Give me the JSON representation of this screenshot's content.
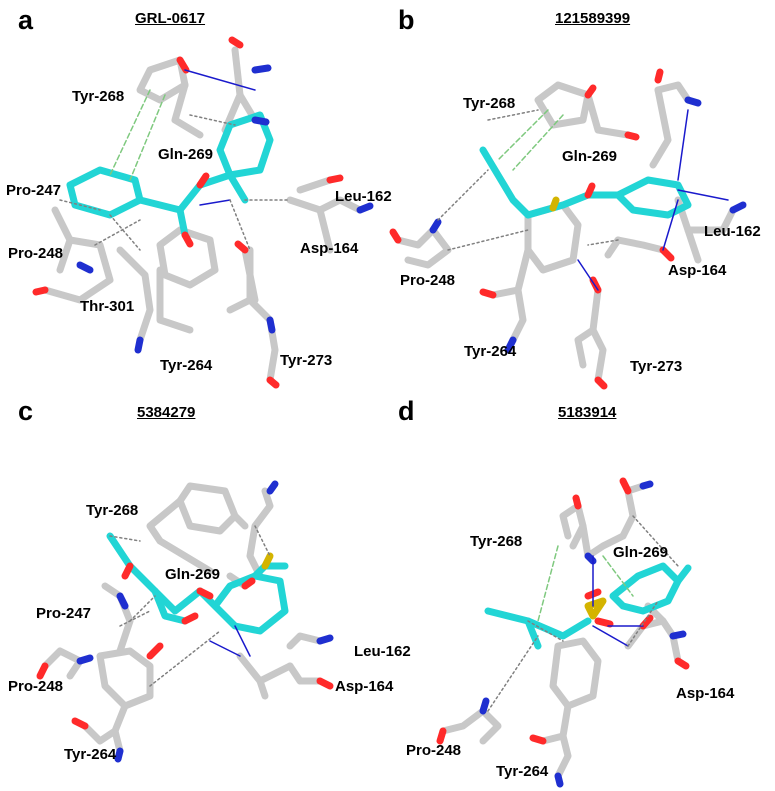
{
  "panels": [
    {
      "letter": "a",
      "title": "GRL-0617",
      "residues": [
        "Tyr-268",
        "Gln-269",
        "Pro-247",
        "Leu-162",
        "Pro-248",
        "Asp-164",
        "Thr-301",
        "Tyr-264",
        "Tyr-273"
      ]
    },
    {
      "letter": "b",
      "title": "121589399",
      "residues": [
        "Tyr-268",
        "Gln-269",
        "Leu-162",
        "Pro-248",
        "Asp-164",
        "Tyr-264",
        "Tyr-273"
      ]
    },
    {
      "letter": "c",
      "title": "5384279",
      "residues": [
        "Tyr-268",
        "Gln-269",
        "Pro-247",
        "Leu-162",
        "Pro-248",
        "Asp-164",
        "Tyr-264"
      ]
    },
    {
      "letter": "d",
      "title": "5183914",
      "residues": [
        "Tyr-268",
        "Gln-269",
        "Asp-164",
        "Pro-248",
        "Tyr-264"
      ]
    }
  ],
  "colors": {
    "residue": "#c8c8c8",
    "ligand": "#22d5d5",
    "oxygen": "#ff2a2a",
    "nitrogen": "#1f2fd0",
    "sulfur": "#d4b400",
    "hbond": "#1a1acc",
    "pi_stack": "#7fc97f",
    "hydrophobic": "#808080"
  }
}
